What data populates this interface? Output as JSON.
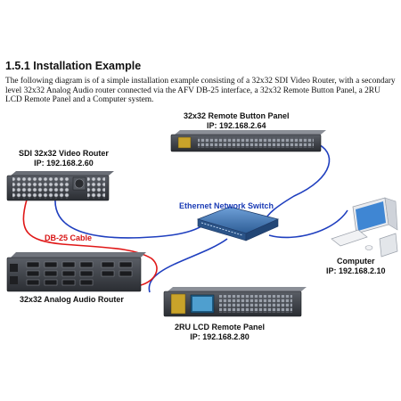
{
  "section": {
    "heading": "1.5.1 Installation Example",
    "intro": "The following diagram is of a simple installation example consisting of a 32x32 SDI Video Router, with a secondary level 32x32 Analog Audio router connected via the AFV DB-25 interface, a 32x32 Remote Button Panel, a 2RU LCD Remote Panel and a Computer system."
  },
  "diagram": {
    "remote_button_panel": {
      "name": "32x32 Remote Button Panel",
      "ip": "IP: 192.168.2.64"
    },
    "video_router": {
      "name": "SDI 32x32 Video Router",
      "ip": "IP: 192.168.2.60"
    },
    "network_switch": {
      "name": "Ethernet Network Switch"
    },
    "db25_cable": {
      "name": "DB-25 Cable"
    },
    "audio_router": {
      "name": "32x32 Analog Audio Router"
    },
    "computer": {
      "name": "Computer",
      "ip": "IP: 192.168.2.10"
    },
    "lcd_panel": {
      "name": "2RU LCD Remote Panel",
      "ip": "IP: 192.168.2.80"
    }
  },
  "colors": {
    "ethernet_cable": "#1f3fbf",
    "db25_cable": "#e01818",
    "switch_label": "#1a3bb5",
    "db25_label": "#d81414",
    "chassis": "#3a3d42",
    "switch_body": "#3f78b5"
  },
  "icons": [
    "video-router",
    "audio-router",
    "remote-button-panel",
    "lcd-remote-panel",
    "network-switch",
    "computer"
  ]
}
